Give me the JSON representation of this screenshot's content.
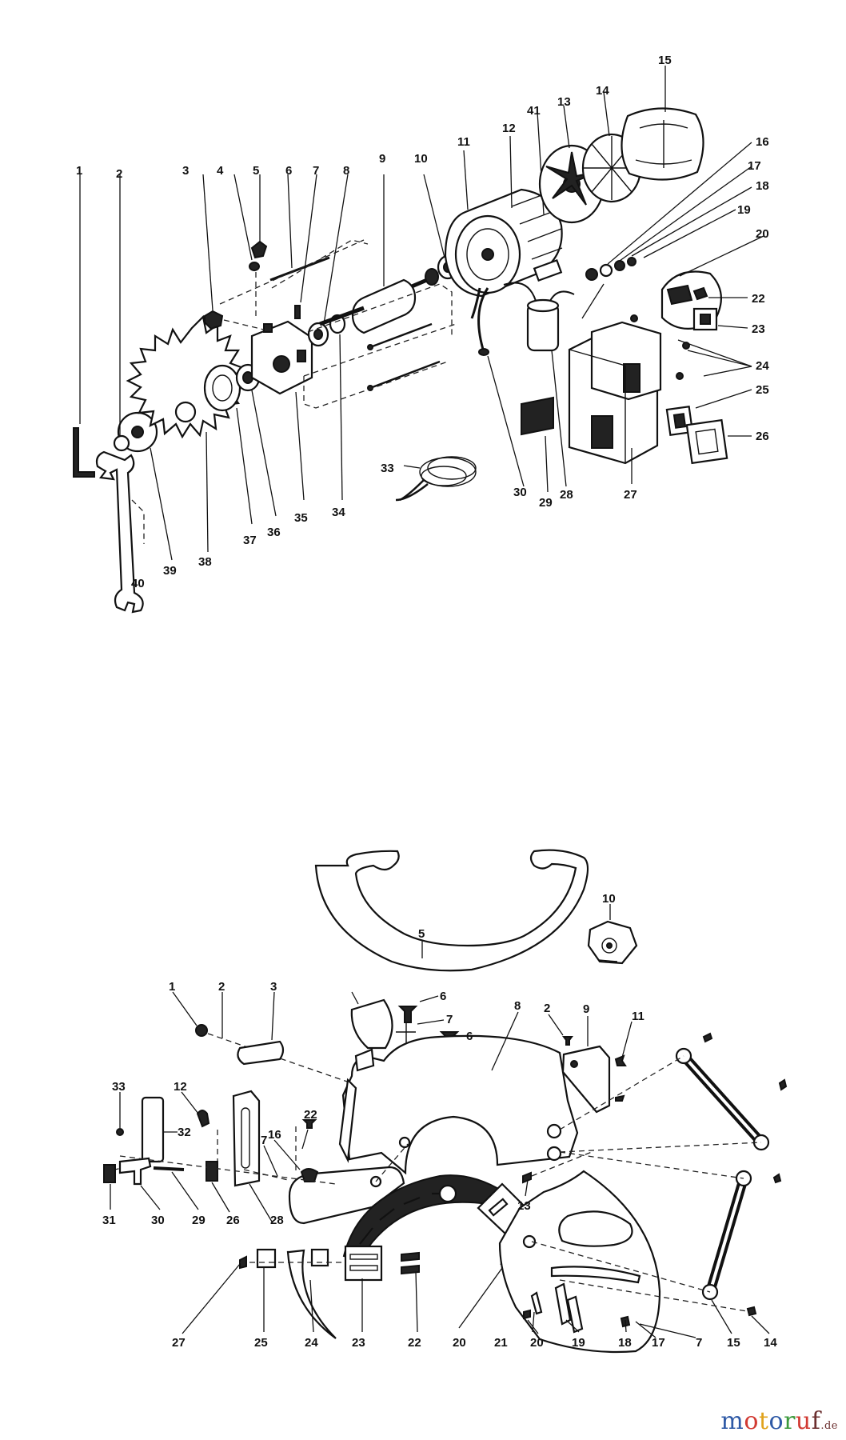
{
  "diagrams": [
    {
      "id": "motor-assembly",
      "labels": [
        "1",
        "2",
        "3",
        "4",
        "5",
        "6",
        "7",
        "8",
        "9",
        "10",
        "11",
        "12",
        "13",
        "14",
        "15",
        "16",
        "17",
        "18",
        "19",
        "20",
        "22",
        "23",
        "24",
        "25",
        "26",
        "27",
        "28",
        "29",
        "30",
        "33",
        "34",
        "35",
        "36",
        "37",
        "38",
        "39",
        "40",
        "41"
      ]
    },
    {
      "id": "blade-guard-assembly",
      "labels": [
        "1",
        "2",
        "3",
        "5",
        "6",
        "6",
        "7",
        "8",
        "2",
        "9",
        "10",
        "11",
        "12",
        "32",
        "33",
        "16",
        "22",
        "7",
        "13",
        "31",
        "30",
        "29",
        "26",
        "28",
        "27",
        "25",
        "24",
        "23",
        "22",
        "20",
        "21",
        "20",
        "19",
        "18",
        "17",
        "7",
        "15",
        "14"
      ]
    }
  ],
  "watermark": {
    "letters": [
      {
        "char": "m",
        "color": "#2e59a6"
      },
      {
        "char": "o",
        "color": "#d13a32"
      },
      {
        "char": "t",
        "color": "#e0a21b"
      },
      {
        "char": "o",
        "color": "#2e59a6"
      },
      {
        "char": "r",
        "color": "#3c9a3c"
      },
      {
        "char": "u",
        "color": "#d13a32"
      },
      {
        "char": "f",
        "color": "#6b2f2f"
      }
    ],
    "tld": ".de"
  }
}
